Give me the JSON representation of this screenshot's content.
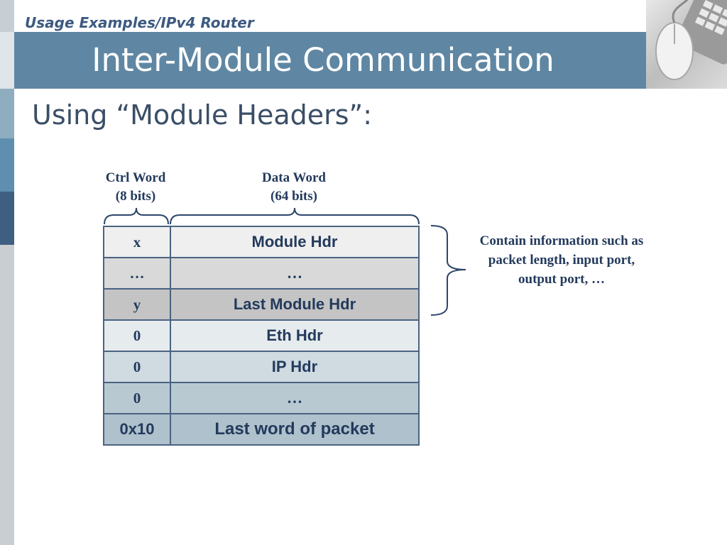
{
  "header": {
    "breadcrumb": "Usage Examples/IPv4 Router",
    "title": "Inter-Module Communication"
  },
  "subtitle": "Using “Module Headers”:",
  "diagram": {
    "ctrl_word_label": [
      "Ctrl Word",
      "(8 bits)"
    ],
    "data_word_label": [
      "Data Word",
      "(64 bits)"
    ],
    "rows": [
      {
        "ctrl": "x",
        "data": "Module Hdr",
        "bg": "#efefef"
      },
      {
        "ctrl": "…",
        "data": "…",
        "bg": "#d9d9d9"
      },
      {
        "ctrl": "y",
        "data": "Last Module Hdr",
        "bg": "#c4c4c4"
      },
      {
        "ctrl": "0",
        "data": "Eth Hdr",
        "bg": "#e6ebee"
      },
      {
        "ctrl": "0",
        "data": "IP Hdr",
        "bg": "#cfdae1"
      },
      {
        "ctrl": "0",
        "data": "…",
        "bg": "#b9c9d2"
      },
      {
        "ctrl": "0x10",
        "data": "Last word of packet",
        "bg": "#aec1cc"
      }
    ],
    "annotation": "Contain information such as packet length, input port, output port, …"
  },
  "colors": {
    "title_bar": "#5f87a3",
    "text_dark": "#233a5c",
    "border": "#4a6381"
  }
}
